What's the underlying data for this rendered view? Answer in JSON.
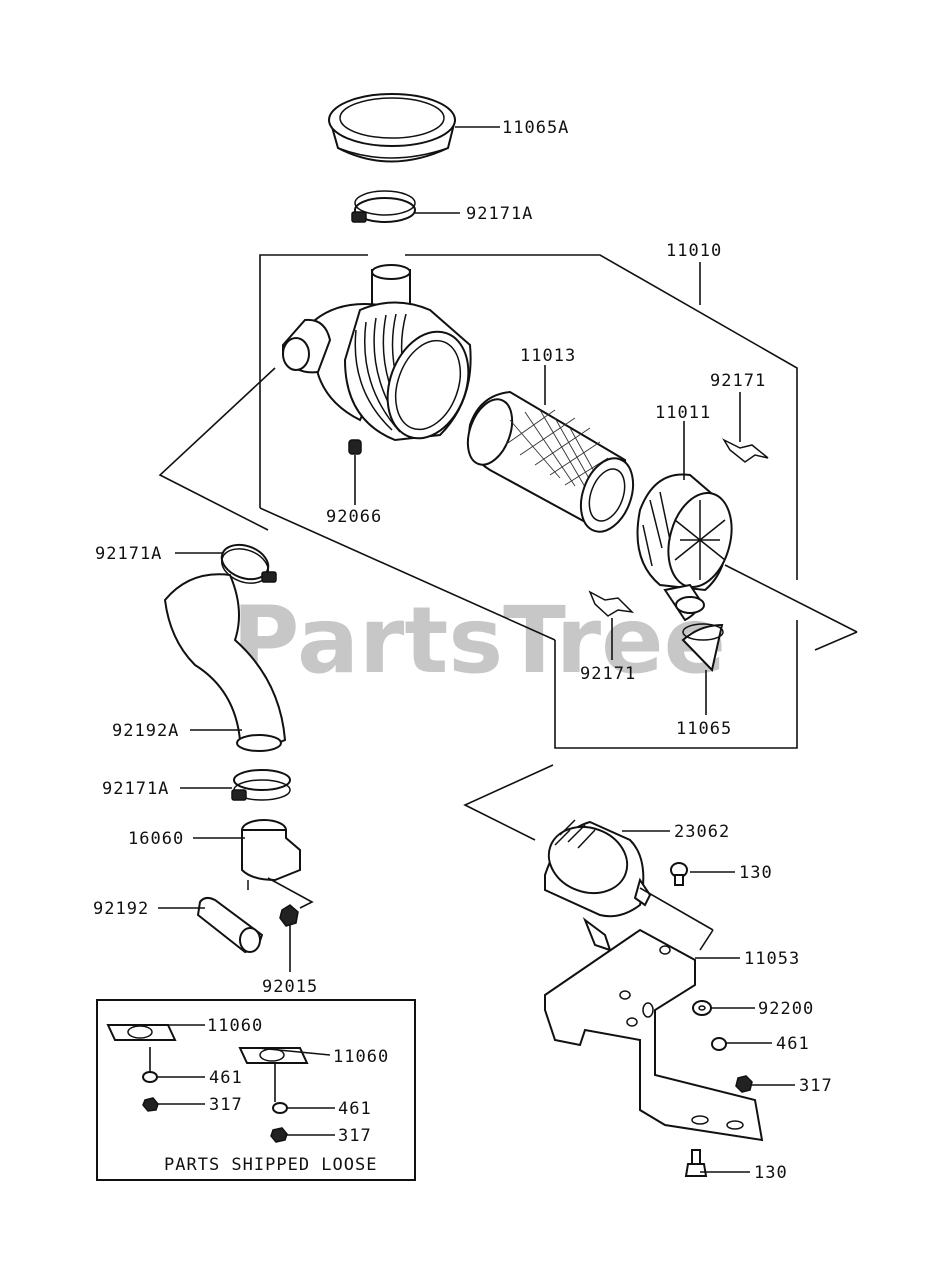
{
  "watermark": "PartsTree",
  "loose_box_title": "PARTS SHIPPED LOOSE",
  "callouts": {
    "c11065A": "11065A",
    "c92171A_top": "92171A",
    "c11010": "11010",
    "c11013": "11013",
    "c92171_a": "92171",
    "c11011": "11011",
    "c92066": "92066",
    "c92171A_hose_top": "92171A",
    "c92171_b": "92171",
    "c92192A": "92192A",
    "c11065": "11065",
    "c92171A_hose_bot": "92171A",
    "c16060": "16060",
    "c23062": "23062",
    "c130_top": "130",
    "c92192": "92192",
    "c92015": "92015",
    "c11053": "11053",
    "c92200": "92200",
    "c461_right": "461",
    "c317_right": "317",
    "c130_bot": "130",
    "c11060_a": "11060",
    "c11060_b": "11060",
    "c461_a": "461",
    "c317_a": "317",
    "c461_b": "461",
    "c317_b": "317"
  }
}
